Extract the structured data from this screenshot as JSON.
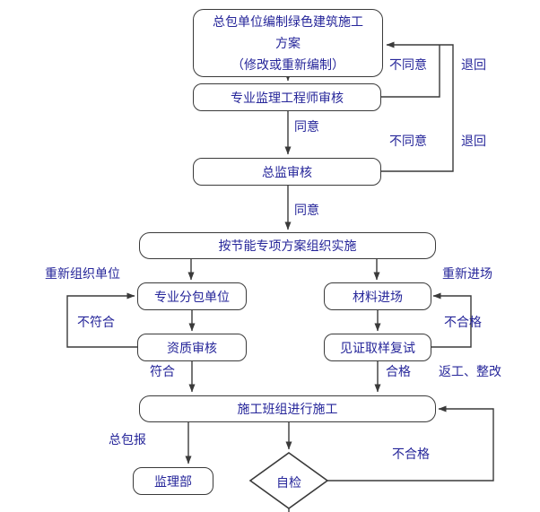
{
  "diagram": {
    "background": "#ffffff",
    "text_color": "#26269a",
    "line_color": "#3a3a3a",
    "nodes": {
      "plan": {
        "line1": "总包单位编制绿色建筑施工方案",
        "line2": "（修改或重新编制）"
      },
      "supervisor_review": {
        "label": "专业监理工程师审核"
      },
      "chief_review": {
        "label": "总监审核"
      },
      "implement": {
        "label": "按节能专项方案组织实施"
      },
      "subcontractor": {
        "label": "专业分包单位"
      },
      "material_entry": {
        "label": "材料进场"
      },
      "qualification_review": {
        "label": "资质审核"
      },
      "witness_sampling": {
        "label": "见证取样复试"
      },
      "construction": {
        "label": "施工班组进行施工"
      },
      "self_check": {
        "label": "自检"
      },
      "supervision_dept": {
        "label": "监理部"
      }
    },
    "edge_labels": {
      "disagree_1": "不同意",
      "return_1": "退回",
      "agree_1": "同意",
      "disagree_2": "不同意",
      "return_2": "退回",
      "agree_2": "同意",
      "reorganize_unit": "重新组织单位",
      "reenter_site": "重新进场",
      "not_conform": "不符合",
      "not_qualified_right": "不合格",
      "conform": "符合",
      "qualified": "合格",
      "rework_rectify": "返工、整改",
      "general_contractor_report": "总包报",
      "not_qualified_bottom": "不合格"
    },
    "edges": [
      {
        "from": "plan",
        "to": "supervisor_review"
      },
      {
        "from": "supervisor_review",
        "to": "plan",
        "label": "不同意 退回"
      },
      {
        "from": "supervisor_review",
        "to": "chief_review",
        "label": "同意"
      },
      {
        "from": "chief_review",
        "to": "plan",
        "label": "不同意 退回"
      },
      {
        "from": "chief_review",
        "to": "implement",
        "label": "同意"
      },
      {
        "from": "implement",
        "to": "subcontractor"
      },
      {
        "from": "implement",
        "to": "material_entry"
      },
      {
        "from": "subcontractor",
        "to": "qualification_review"
      },
      {
        "from": "material_entry",
        "to": "witness_sampling"
      },
      {
        "from": "qualification_review",
        "to": "subcontractor",
        "label": "不符合 重新组织单位"
      },
      {
        "from": "witness_sampling",
        "to": "material_entry",
        "label": "不合格 重新进场"
      },
      {
        "from": "qualification_review",
        "to": "construction",
        "label": "符合"
      },
      {
        "from": "witness_sampling",
        "to": "construction",
        "label": "合格"
      },
      {
        "from": "construction",
        "to": "supervision_dept",
        "label": "总包报"
      },
      {
        "from": "construction",
        "to": "self_check"
      },
      {
        "from": "self_check",
        "to": "construction",
        "label": "不合格 返工、整改"
      }
    ]
  }
}
